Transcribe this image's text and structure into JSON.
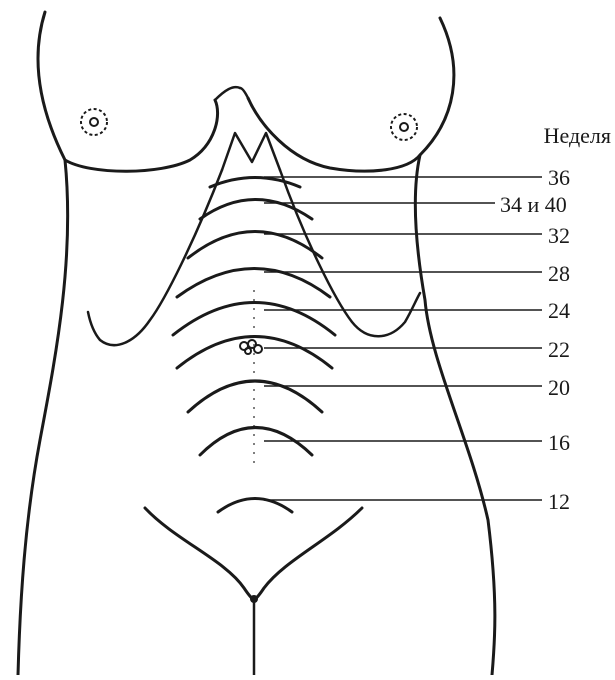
{
  "figure": {
    "heading": "Неделя",
    "ink_color": "#1a1a1a",
    "levels": [
      {
        "id": "w36",
        "label": "36"
      },
      {
        "id": "w34-40",
        "label": "34 и 40"
      },
      {
        "id": "w32",
        "label": "32"
      },
      {
        "id": "w28",
        "label": "28"
      },
      {
        "id": "w24",
        "label": "24"
      },
      {
        "id": "w22",
        "label": "22"
      },
      {
        "id": "w20",
        "label": "20"
      },
      {
        "id": "w16",
        "label": "16"
      },
      {
        "id": "w12",
        "label": "12"
      }
    ]
  }
}
